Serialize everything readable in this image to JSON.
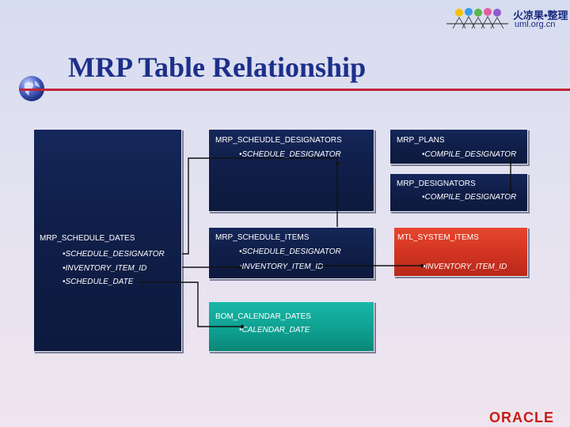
{
  "title": "MRP Table Relationship",
  "logo": {
    "line1": "火凉果•整理",
    "line2": "uml.org.cn"
  },
  "brand": "ORACLE",
  "tables": {
    "schedule_designators": {
      "name": "MRP_SCHEUDLE_DESIGNATORS",
      "fields": [
        "•SCHEDULE_DESIGNATOR"
      ]
    },
    "plans": {
      "name": "MRP_PLANS",
      "fields": [
        "•COMPILE_DESIGNATOR"
      ]
    },
    "designators": {
      "name": "MRP_DESIGNATORS",
      "fields": [
        "•COMPILE_DESIGNATOR"
      ]
    },
    "schedule_dates": {
      "name": "MRP_SCHEDULE_DATES",
      "fields": [
        "•SCHEDULE_DESIGNATOR",
        "•INVENTORY_ITEM_ID",
        "•SCHEDULE_DATE"
      ]
    },
    "schedule_items": {
      "name": "MRP_SCHEDULE_ITEMS",
      "fields": [
        "•SCHEDULE_DESIGNATOR",
        "•INVENTORY_ITEM_ID"
      ]
    },
    "system_items": {
      "name": "MTL_SYSTEM_ITEMS",
      "fields": [
        "•INVENTORY_ITEM_ID"
      ]
    },
    "calendar_dates": {
      "name": "BOM_CALENDAR_DATES",
      "fields": [
        "•CALENDAR_DATE"
      ]
    }
  },
  "colors": {
    "navy": "#101f4a",
    "red": "#d23522",
    "teal": "#0e9e8e",
    "title": "#1c2f8a",
    "accent": "#c0243a"
  }
}
